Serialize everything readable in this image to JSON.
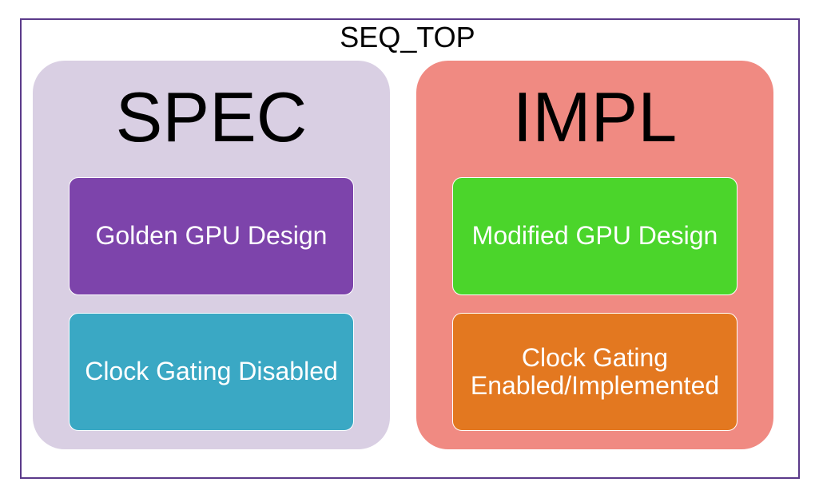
{
  "title": "SEQ_TOP",
  "spec": {
    "title": "SPEC",
    "boxes": [
      "Golden GPU Design",
      "Clock Gating Disabled"
    ]
  },
  "impl": {
    "title": "IMPL",
    "boxes": [
      "Modified GPU Design",
      "Clock Gating Enabled/Implemented"
    ]
  },
  "colors": {
    "spec_bg": "#d9cfe3",
    "impl_bg": "#f08a82",
    "golden": "#7d44ab",
    "cg_disabled": "#3aa8c4",
    "modified": "#4bd52b",
    "cg_enabled": "#e37820"
  }
}
